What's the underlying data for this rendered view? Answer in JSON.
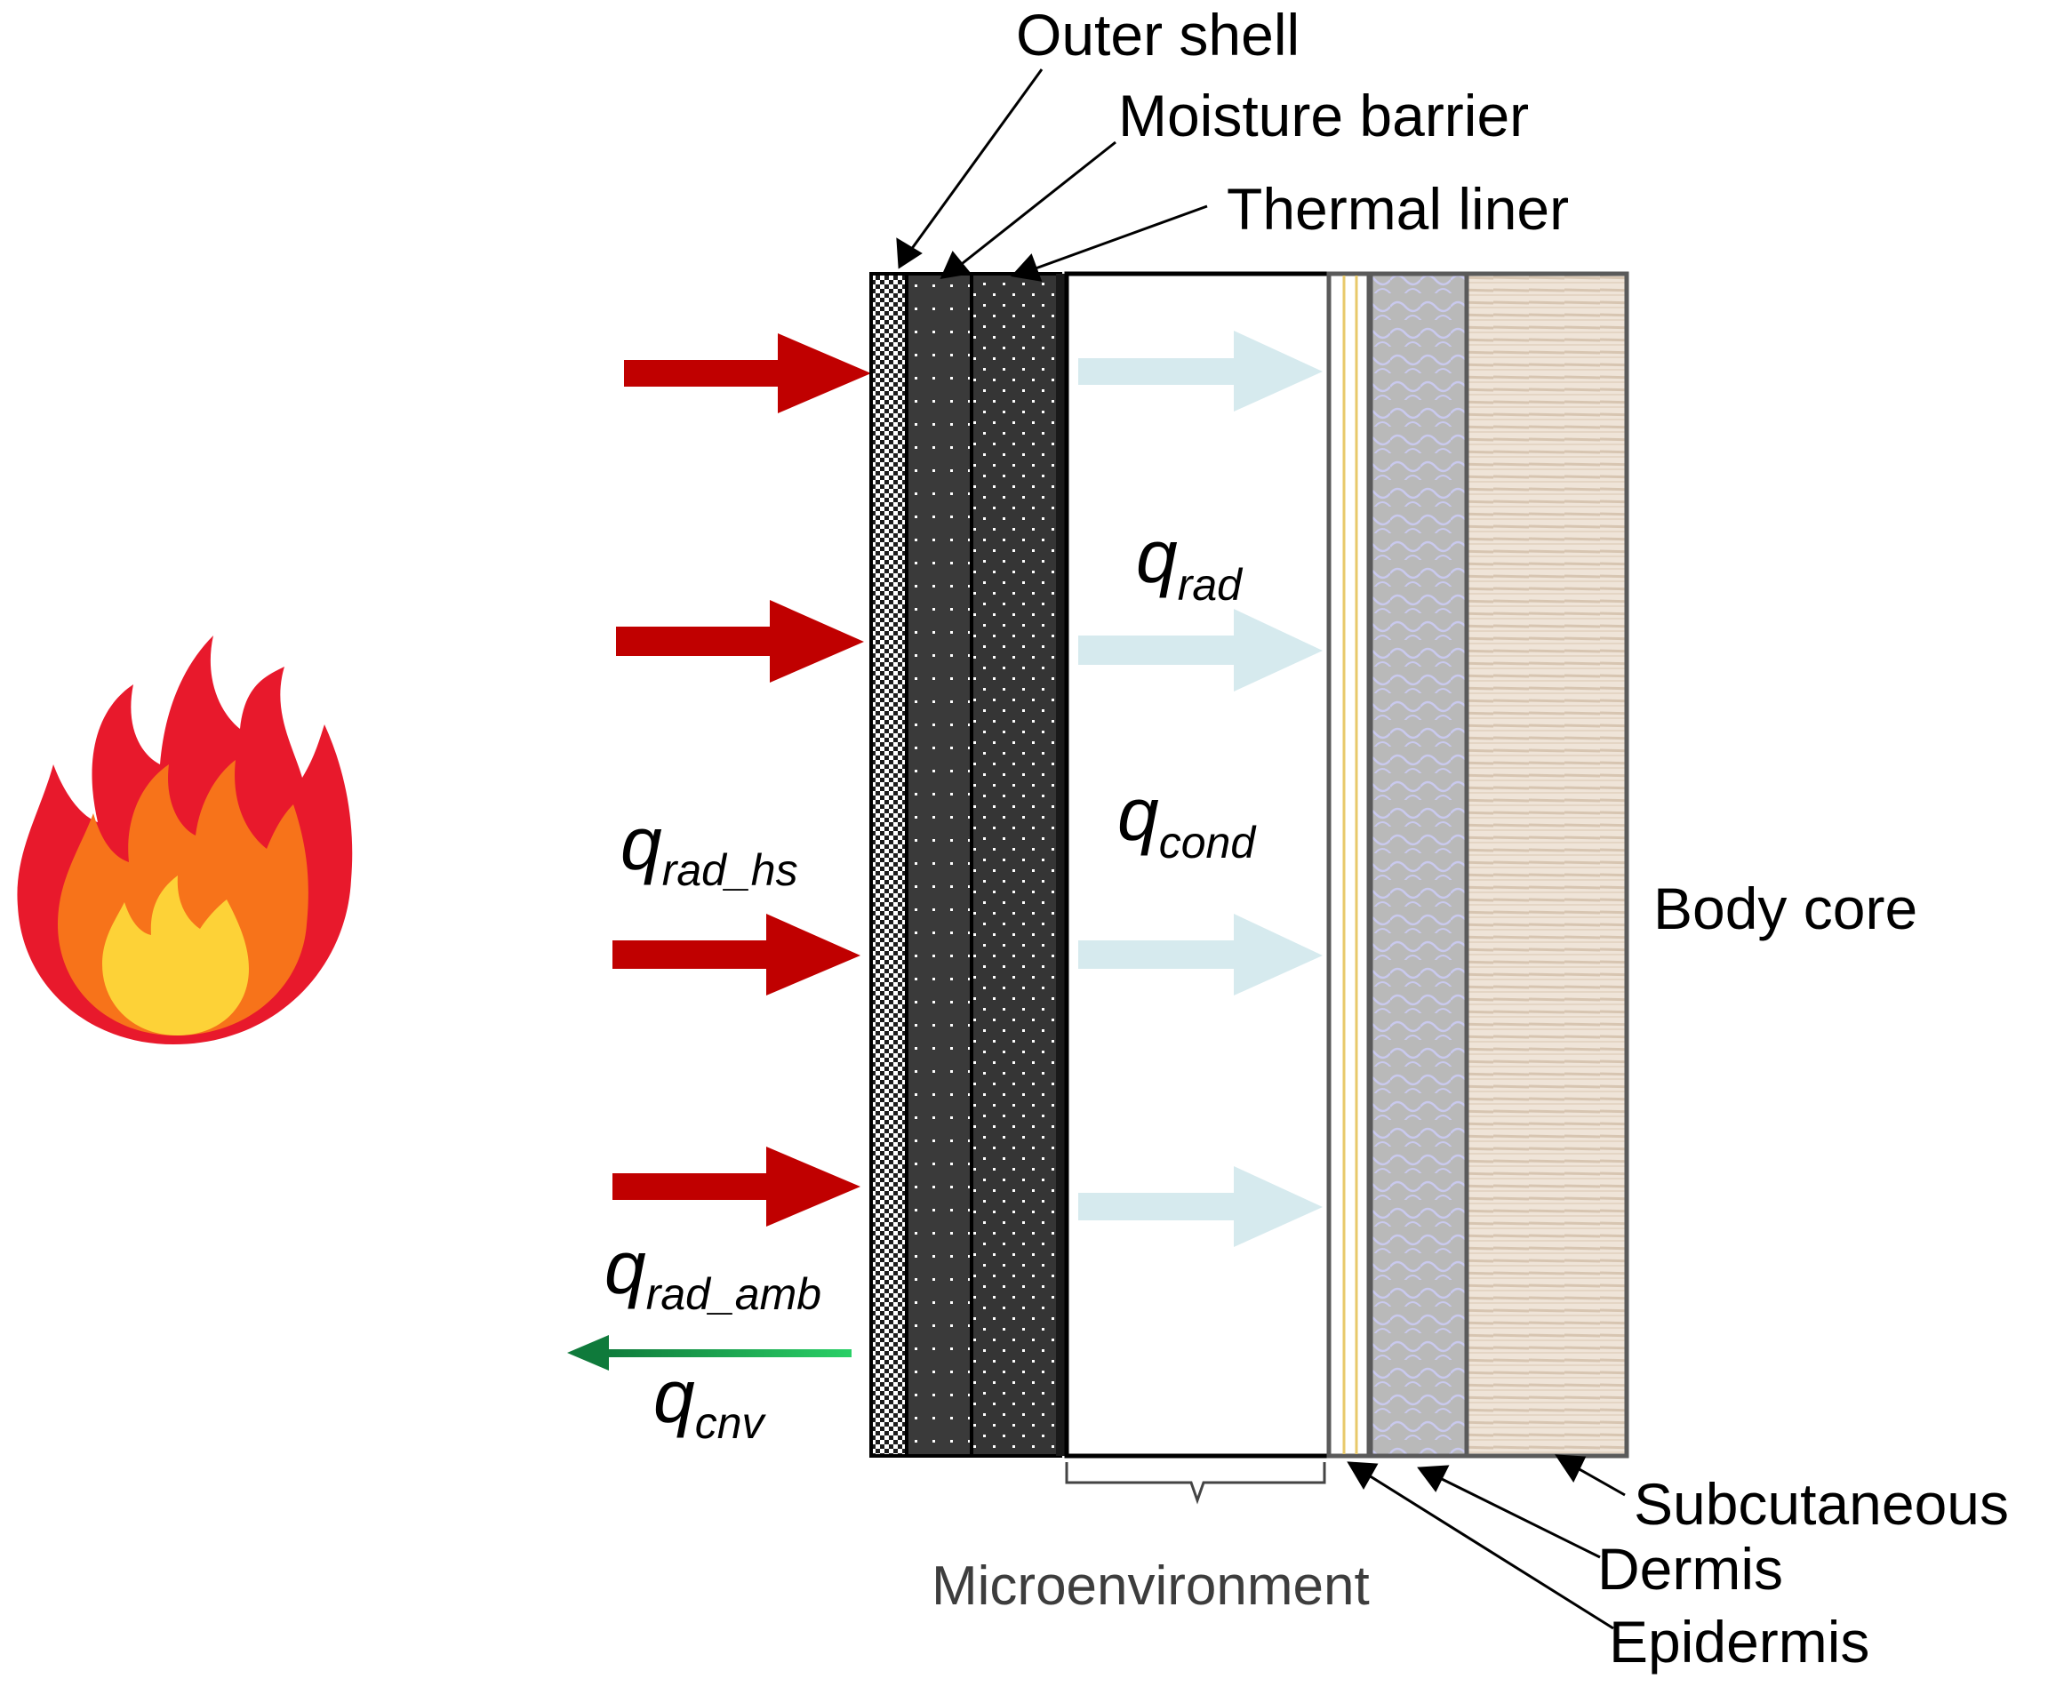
{
  "labels": {
    "outer_shell": "Outer shell",
    "moisture_barrier": "Moisture barrier",
    "thermal_liner": "Thermal liner",
    "body_core": "Body core",
    "microenvironment": "Microenvironment",
    "subcutaneous": "Subcutaneous",
    "dermis": "Dermis",
    "epidermis": "Epidermis"
  },
  "flux_labels": {
    "q_rad": {
      "symbol": "q",
      "subscript": "rad"
    },
    "q_cond": {
      "symbol": "q",
      "subscript": "cond"
    },
    "q_rad_hs": {
      "symbol": "q",
      "subscript": "rad_hs"
    },
    "q_rad_amb": {
      "symbol": "q",
      "subscript": "rad_amb"
    },
    "q_cnv": {
      "symbol": "q",
      "subscript": "cnv"
    }
  },
  "icons": {
    "heat_source": "flame-icon",
    "incoming_heat": "red-arrow-icon",
    "internal_flux": "light-blue-arrow-icon",
    "outgoing_heat": "green-arrow-icon"
  },
  "colors": {
    "incoming_arrow": "#c00000",
    "internal_arrow": "#d6eaee",
    "outgoing_arrow": "#1a9a4a",
    "outer_shell": "#2b2b2b",
    "moisture_barrier": "#3a3a3a",
    "thermal_liner": "#353535",
    "dermis": "#b8b8b8",
    "subcutaneous": "#e9dccd",
    "epidermis_line": "#e8c96a"
  }
}
